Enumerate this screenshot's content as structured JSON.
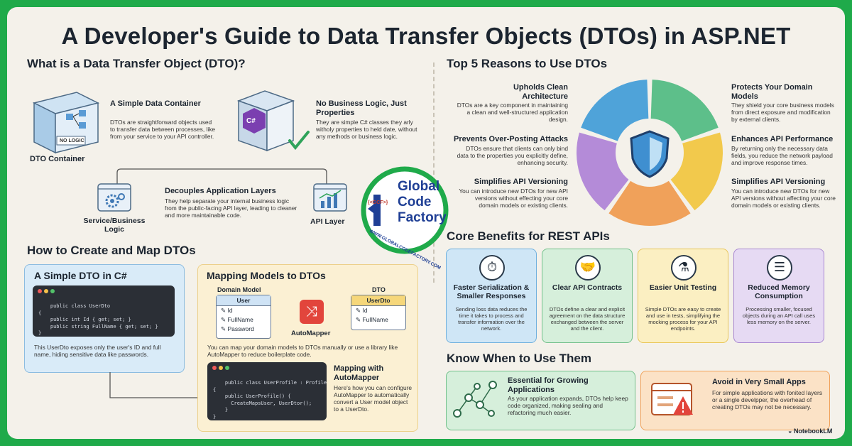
{
  "title": "A Developer's Guide to Data Transfer Objects (DTOs) in ASP.NET",
  "what_is": {
    "heading": "What is a Data Transfer Object (DTO)?",
    "dto_container_label": "DTO Container",
    "no_logic_label": "NO LOGIC",
    "simple_container_title": "A Simple Data Container",
    "simple_container_text": "DTOs are straightforward objects used to transfer data between processes, like from your service to your API controller.",
    "no_business_title": "No Business Logic, Just Properties",
    "no_business_text": "They are simple C# classes they arly witholy properties to held date, without any methods or business logic.",
    "csharp_label": "C#",
    "decouples_title": "Decouples Application Layers",
    "decouples_text": "They help separate your internal business logic from the public-facing API layer, leading to cleaner and more maintainable code.",
    "service_label": "Service/Business Logic",
    "api_label": "API Layer"
  },
  "watermark": {
    "line1": "Global",
    "line2": "Code",
    "line3": "Factory",
    "tag": "{<GCF>}",
    "url": "WWW.GLOBALCODEFACTORY.COM"
  },
  "reasons": {
    "heading": "Top 5 Reasons to Use DTOs",
    "left": [
      {
        "title": "Upholds Clean Architecture",
        "text": "DTOs are a key component in maintaining a clean and well-structured application design."
      },
      {
        "title": "Prevents Over-Posting Attacks",
        "text": "DTOs ensure that clients can only bind data to the properties you explicitly define, enhancing security."
      },
      {
        "title": "Simplifies API Versioning",
        "text": "You can introduce new DTOs for new API versions without effecting your core domain models or existing clients."
      }
    ],
    "right": [
      {
        "title": "Protects Your Domain Models",
        "text": "They shield your core business models from direct exposure and modification by external clients."
      },
      {
        "title": "Enhances API Performance",
        "text": "By returning only the necessary data fields, you reduce the network payload and improve response times."
      },
      {
        "title": "Simplifies API Versioning",
        "text": "You can introduce new DTOs for new API versions without affecting your core domain models or existing clients."
      }
    ],
    "colors": [
      "#4fa3d9",
      "#5dbf8a",
      "#f2c94c",
      "#f0a15a",
      "#b48bd8"
    ]
  },
  "create": {
    "heading": "How to Create and Map DTOs",
    "simple_title": "A Simple DTO in C#",
    "code1": [
      "public class UserDto",
      "{",
      "    public int Id { get; set; }",
      "    public string FullName { get; set; }",
      "}"
    ],
    "simple_text": "This UserDto exposes only the user's ID and full name, hiding sensitive data like passwords.",
    "mapping_title": "Mapping Models to DTOs",
    "domain_model_label": "Domain Model",
    "dto_label": "DTO",
    "user_table": {
      "name": "User",
      "fields": [
        "Id",
        "FullName",
        "Password"
      ]
    },
    "dto_table": {
      "name": "UserDto",
      "fields": [
        "Id",
        "FullName"
      ]
    },
    "automapper_label": "AutoMapper",
    "mapping_text": "You can map your domain models to DTOs manually or use a library like AutoMapper to reduce boilerplate code.",
    "code2": [
      "public class UserProfile : Profile",
      "{",
      "    public UserProfile() {",
      "      CreateMapsUser, UserDtor();",
      "    }",
      "}"
    ],
    "automapper_title": "Mapping with AutoMapper",
    "automapper_text": "Here's how you can configure AutoMapper to automatically convert a User model object to a UserDto."
  },
  "benefits": {
    "heading": "Core Benefits for REST APIs",
    "items": [
      {
        "title": "Faster Serialization & Smaller Responses",
        "text": "Sending loss data reduces the time it takes to process and transfer information over the network.",
        "bg": "#cfe6f6",
        "border": "#6fb0de"
      },
      {
        "title": "Clear API Contracts",
        "text": "DTOs define a clear and explicit agreement on the data structure exchanged between the server and the client.",
        "bg": "#d6efdb",
        "border": "#72c08a"
      },
      {
        "title": "Easier Unit Testing",
        "text": "Simple DTOs are easy to create and use in tests, simplifying the mocking process for your API endpoints.",
        "bg": "#fbefc2",
        "border": "#e9c657"
      },
      {
        "title": "Reduced Memory Consumption",
        "text": "Processing smaller, focused objects during an API call uses less memory on the server.",
        "bg": "#e6daf3",
        "border": "#a988d1"
      }
    ]
  },
  "when": {
    "heading": "Know When to Use Them",
    "essential_title": "Essential for Growing Applications",
    "essential_text": "As your application expands, DTOs help keep code organized, making sealing and refactoring much easier.",
    "avoid_title": "Avoid in Very Small Apps",
    "avoid_text": "For simple applications with fonited layers or a single develpper, the overhead of creating DTOs may not be necessary."
  },
  "footer": {
    "brand": "NotebookLM"
  }
}
